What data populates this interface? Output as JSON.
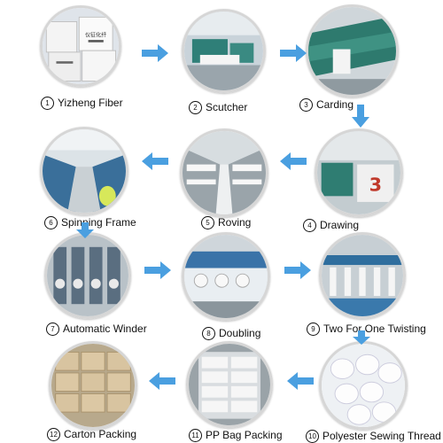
{
  "steps": [
    {
      "num": "1",
      "label": "Yizheng Fiber",
      "package_text": "仪征化纤"
    },
    {
      "num": "2",
      "label": "Scutcher"
    },
    {
      "num": "3",
      "label": "Carding"
    },
    {
      "num": "4",
      "label": "Drawing",
      "machine_number": "3"
    },
    {
      "num": "5",
      "label": "Roving"
    },
    {
      "num": "6",
      "label": "Spinning Frame"
    },
    {
      "num": "7",
      "label": "Automatic Winder"
    },
    {
      "num": "8",
      "label": "Doubling"
    },
    {
      "num": "9",
      "label": "Two For One Twisting"
    },
    {
      "num": "10",
      "label": "Polyester Sewing Thread"
    },
    {
      "num": "11",
      "label": "PP Bag Packing"
    },
    {
      "num": "12",
      "label": "Carton Packing"
    }
  ],
  "colors": {
    "arrow": "#4a9fe0",
    "frame": "#d6d6d6"
  },
  "icons": {
    "flow_arrow": "arrow-icon"
  }
}
